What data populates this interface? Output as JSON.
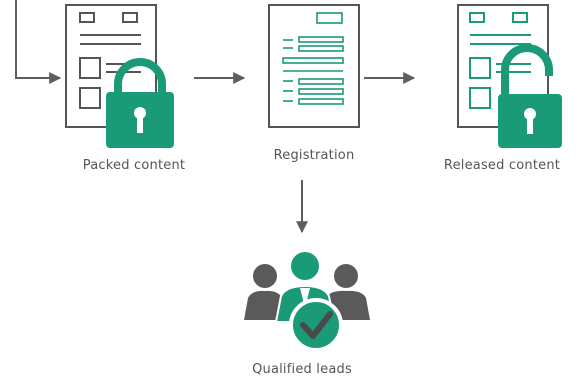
{
  "colors": {
    "accent": "#1a9a77",
    "outline": "#555555",
    "arrow": "#5e5e5e",
    "person_gray": "#5a5a5a"
  },
  "nodes": {
    "packed": {
      "label": "Packed content",
      "icons": [
        "document-icon",
        "locked-padlock-icon"
      ]
    },
    "registration": {
      "label": "Registration",
      "icons": [
        "form-document-icon"
      ]
    },
    "released": {
      "label": "Released content",
      "icons": [
        "document-icon",
        "unlocked-padlock-icon"
      ]
    },
    "leads": {
      "label": "Qualified leads",
      "icons": [
        "people-group-icon",
        "check-badge-icon"
      ]
    }
  },
  "edges": [
    {
      "from": "external",
      "to": "packed"
    },
    {
      "from": "packed",
      "to": "registration"
    },
    {
      "from": "registration",
      "to": "released"
    },
    {
      "from": "registration",
      "to": "leads"
    }
  ]
}
